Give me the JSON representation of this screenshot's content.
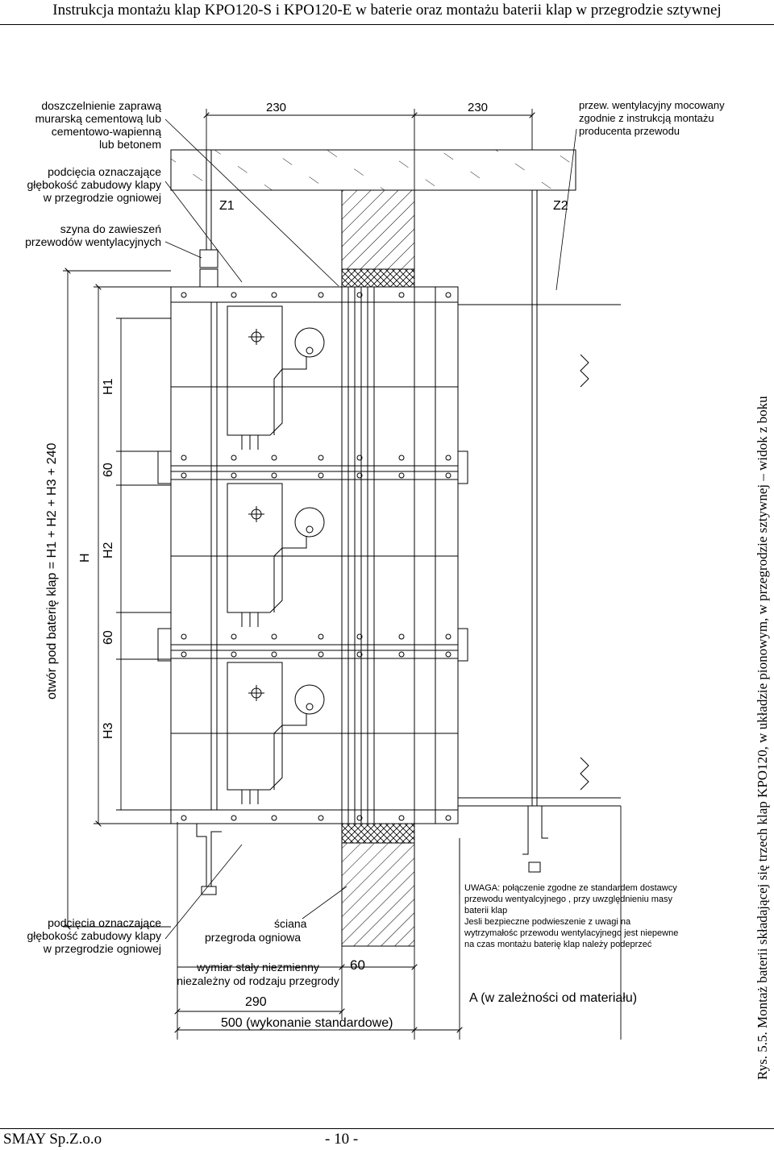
{
  "header": {
    "title": "Instrukcja montażu klap KPO120-S i KPO120-E w baterie oraz montażu baterii klap w przegrodzie sztywnej"
  },
  "footer": {
    "company": "SMAY Sp.Z.o.o",
    "page": "- 10 -"
  },
  "labels": {
    "sealing": [
      "doszczelnienie zaprawą",
      "murarską cementową lub",
      "cementowo-wapienną",
      "lub betonem"
    ],
    "notches_top": [
      "podcięcia oznaczające",
      "głębokość zabudowy klapy",
      "w przegrodzie ogniowej"
    ],
    "rail": [
      "szyna do zawieszeń",
      "przewodów wentylacyjnych"
    ],
    "notches_bottom": [
      "podcięcia oznaczające",
      "głębokość zabudowy klapy",
      "w przegrodzie ogniowej"
    ],
    "duct": [
      "przew. wentylacyjny mocowany",
      "zgodnie z instrukcją montażu",
      "producenta przewodu"
    ],
    "wall": [
      "ściana",
      "przegroda ogniowa"
    ],
    "fixed_dim": [
      "wymiar stały niezmienny",
      "niezależny od rodzaju przegrody"
    ],
    "note": [
      "UWAGA: połączenie zgodne ze standardem dostawcy",
      "przewodu wentyalcyjnego , przy uwzględnieniu masy",
      "baterii klap",
      "Jesli bezpieczne podwieszenie z uwagi na",
      "wytrzymałośc przewodu wentylacyjnego jest niepewne",
      "na czas montażu baterię klap należy podeprzeć"
    ],
    "z1": "Z1",
    "z2": "Z2"
  },
  "dimensions": {
    "top_left": "230",
    "top_right": "230",
    "opening": "otwór pod baterię klap = H1 + H2 + H3 + 240",
    "h": "H",
    "h1": "H1",
    "h2": "H2",
    "h3": "H3",
    "gap_upper": "60",
    "gap_lower": "60",
    "wall_60": "60",
    "d290": "290",
    "d500": "500 (wykonanie standardowe)",
    "a": "A (w zależności od materiału)"
  },
  "caption": "Rys. 5.5. Montaż baterii składającej się trzech  klap KPO120, w układzie pionowym, w przegrodzie sztywnej – widok z boku"
}
